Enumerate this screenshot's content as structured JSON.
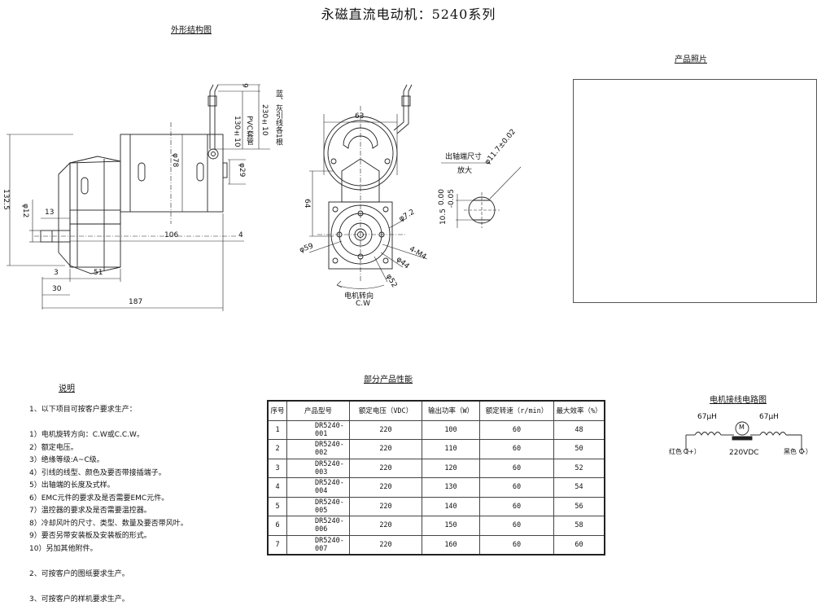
{
  "title": "永磁直流电动机：5240系列",
  "sections": {
    "outline": "外形结构图",
    "photo": "产品照片",
    "notes": "说明",
    "performance": "部分产品性能",
    "wiring": "电机接线电路图"
  },
  "front_view": {
    "dims": {
      "d6": "6",
      "pvc": "PVC套管",
      "d130": "130±10",
      "d230": "230±10",
      "lead_note": "蓝、灰引线各1根",
      "phi78": "φ78",
      "phi29": "φ29",
      "d132_5": "132.5",
      "phi12": "φ12",
      "d13": "13",
      "d106": "106",
      "d4": "4",
      "d3": "3",
      "d51": "51",
      "d30": "30",
      "d187": "187"
    }
  },
  "side_view": {
    "dims": {
      "d63": "63",
      "d64": "64",
      "phi7_2": "φ7.2",
      "phi59": "φ59",
      "m4": "4-M4",
      "phi44": "φ44",
      "phi52": "φ52"
    },
    "rotation_label": "电机转向",
    "rotation_value": "C.W"
  },
  "shaft_detail": {
    "label": "出轴端尺寸",
    "sub": "放大",
    "diameter": "φ11.7±0.02",
    "flat": "10.5",
    "tol_upper": "0.00",
    "tol_lower": "-0.05"
  },
  "notes": {
    "items": [
      "1、以下项目可按客户要求生产：",
      "",
      "1）电机旋转方向：C.W或C.C.W。",
      "2）额定电压。",
      "3）绝缘等级:A~C级。",
      "4）引线的线型、颜色及要否带接插端子。",
      "5）出轴端的长度及式样。",
      "6）EMC元件的要求及是否需要EMC元件。",
      "7）温控器的要求及是否需要温控器。",
      "8）冷却风叶的尺寸、类型、数量及要否带风叶。",
      "9）要否另带安装板及安装板的形式。",
      "10）另加其他附件。",
      "",
      "2、可按客户的图纸要求生产。",
      "",
      "3、可按客户的样机要求生产。"
    ]
  },
  "performance": {
    "headers": [
      "序号",
      "产品型号",
      "额定电压（VDC）",
      "输出功率（W）",
      "额定转速（r/min）",
      "最大效率（%）"
    ],
    "rows": [
      [
        "1",
        "DR5240-001",
        "220",
        "100",
        "60",
        "48"
      ],
      [
        "2",
        "DR5240-002",
        "220",
        "110",
        "60",
        "50"
      ],
      [
        "3",
        "DR5240-003",
        "220",
        "120",
        "60",
        "52"
      ],
      [
        "4",
        "DR5240-004",
        "220",
        "130",
        "60",
        "54"
      ],
      [
        "5",
        "DR5240-005",
        "220",
        "140",
        "60",
        "56"
      ],
      [
        "6",
        "DR5240-006",
        "220",
        "150",
        "60",
        "58"
      ],
      [
        "7",
        "DR5240-007",
        "220",
        "160",
        "60",
        "60"
      ]
    ]
  },
  "wiring": {
    "inductor_left": "67μH",
    "inductor_right": "67μH",
    "motor": "M",
    "red": "红色（+）",
    "black": "黑色（-）",
    "voltage": "220VDC"
  }
}
